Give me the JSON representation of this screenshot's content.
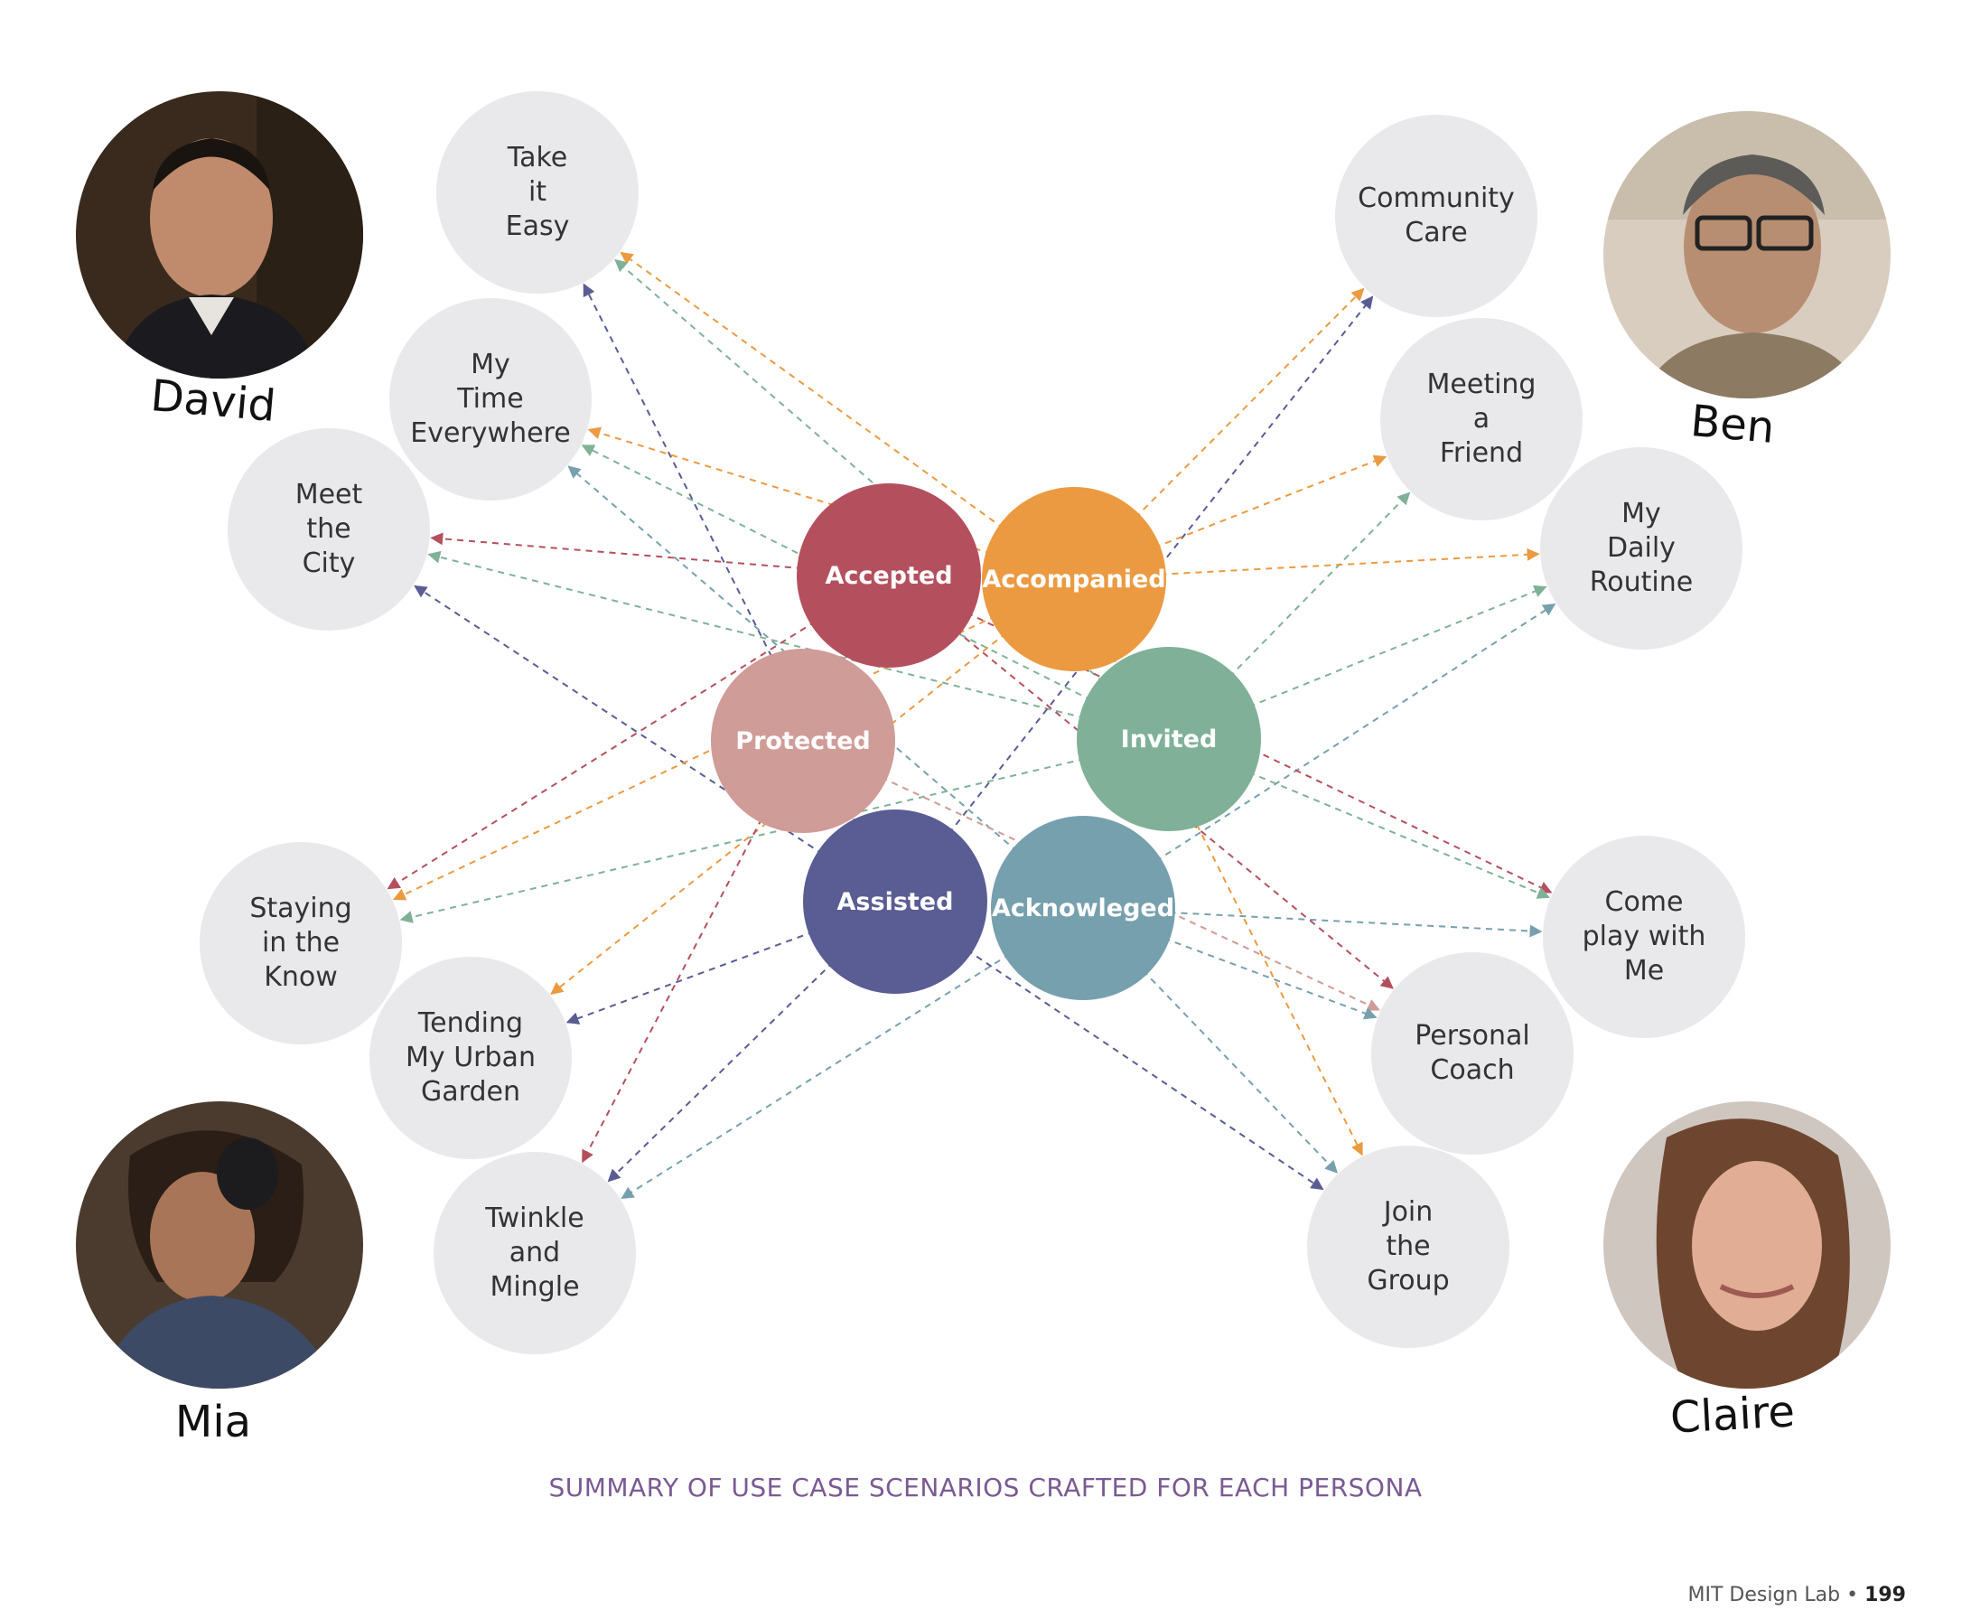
{
  "colors": {
    "scenario_fill": "#e9e9ec",
    "caption": "#7a5a93",
    "Accepted": "#b4505e",
    "Accompanied": "#eb9a41",
    "Protected": "#d09c98",
    "Invited": "#80b198",
    "Assisted": "#5a5c94",
    "Acknowleged": "#77a0ae"
  },
  "personas": [
    {
      "id": "david",
      "name": "David",
      "icon": "person-photo-david"
    },
    {
      "id": "ben",
      "name": "Ben",
      "icon": "person-photo-ben"
    },
    {
      "id": "mia",
      "name": "Mia",
      "icon": "person-photo-mia"
    },
    {
      "id": "claire",
      "name": "Claire",
      "icon": "person-photo-claire"
    }
  ],
  "values": [
    {
      "id": "accepted",
      "label": "Accepted",
      "color": "#b4505e"
    },
    {
      "id": "accompanied",
      "label": "Accompanied",
      "color": "#eb9a41"
    },
    {
      "id": "protected",
      "label": "Protected",
      "color": "#d09c98"
    },
    {
      "id": "invited",
      "label": "Invited",
      "color": "#80b198"
    },
    {
      "id": "assisted",
      "label": "Assisted",
      "color": "#5a5c94"
    },
    {
      "id": "acknowleged",
      "label": "Acknowleged",
      "color": "#77a0ae"
    }
  ],
  "scenarios": [
    {
      "id": "take-it-easy",
      "label": "Take\nit\nEasy"
    },
    {
      "id": "my-time-everywhere",
      "label": "My\nTime\nEverywhere"
    },
    {
      "id": "meet-the-city",
      "label": "Meet\nthe\nCity"
    },
    {
      "id": "staying-in-the-know",
      "label": "Staying\nin the\nKnow"
    },
    {
      "id": "tending-my-urban-garden",
      "label": "Tending\nMy Urban\nGarden"
    },
    {
      "id": "twinkle-and-mingle",
      "label": "Twinkle\nand\nMingle"
    },
    {
      "id": "community-care",
      "label": "Community\nCare"
    },
    {
      "id": "meeting-a-friend",
      "label": "Meeting\na\nFriend"
    },
    {
      "id": "my-daily-routine",
      "label": "My\nDaily\nRoutine"
    },
    {
      "id": "come-play-with-me",
      "label": "Come\nplay with\nMe"
    },
    {
      "id": "personal-coach",
      "label": "Personal\nCoach"
    },
    {
      "id": "join-the-group",
      "label": "Join\nthe\nGroup"
    }
  ],
  "links": [
    {
      "from": "accompanied",
      "to": "take-it-easy"
    },
    {
      "from": "invited",
      "to": "take-it-easy"
    },
    {
      "from": "assisted",
      "to": "take-it-easy"
    },
    {
      "from": "accompanied",
      "to": "my-time-everywhere"
    },
    {
      "from": "invited",
      "to": "my-time-everywhere"
    },
    {
      "from": "acknowleged",
      "to": "my-time-everywhere"
    },
    {
      "from": "accepted",
      "to": "meet-the-city"
    },
    {
      "from": "invited",
      "to": "meet-the-city"
    },
    {
      "from": "assisted",
      "to": "meet-the-city"
    },
    {
      "from": "accepted",
      "to": "staying-in-the-know"
    },
    {
      "from": "accompanied",
      "to": "staying-in-the-know"
    },
    {
      "from": "invited",
      "to": "staying-in-the-know"
    },
    {
      "from": "accompanied",
      "to": "tending-my-urban-garden"
    },
    {
      "from": "assisted",
      "to": "tending-my-urban-garden"
    },
    {
      "from": "accepted",
      "to": "twinkle-and-mingle"
    },
    {
      "from": "assisted",
      "to": "twinkle-and-mingle"
    },
    {
      "from": "acknowleged",
      "to": "twinkle-and-mingle"
    },
    {
      "from": "accompanied",
      "to": "community-care"
    },
    {
      "from": "assisted",
      "to": "community-care"
    },
    {
      "from": "accompanied",
      "to": "meeting-a-friend"
    },
    {
      "from": "invited",
      "to": "meeting-a-friend"
    },
    {
      "from": "accompanied",
      "to": "my-daily-routine"
    },
    {
      "from": "invited",
      "to": "my-daily-routine"
    },
    {
      "from": "acknowleged",
      "to": "my-daily-routine"
    },
    {
      "from": "accepted",
      "to": "come-play-with-me"
    },
    {
      "from": "invited",
      "to": "come-play-with-me"
    },
    {
      "from": "acknowleged",
      "to": "come-play-with-me"
    },
    {
      "from": "accepted",
      "to": "personal-coach"
    },
    {
      "from": "protected",
      "to": "personal-coach"
    },
    {
      "from": "acknowleged",
      "to": "personal-coach"
    },
    {
      "from": "accompanied",
      "to": "join-the-group"
    },
    {
      "from": "assisted",
      "to": "join-the-group"
    },
    {
      "from": "acknowleged",
      "to": "join-the-group"
    }
  ],
  "caption": "SUMMARY OF USE CASE SCENARIOS CRAFTED FOR EACH PERSONA",
  "footer": {
    "source": "MIT Design Lab • ",
    "page": "199"
  }
}
